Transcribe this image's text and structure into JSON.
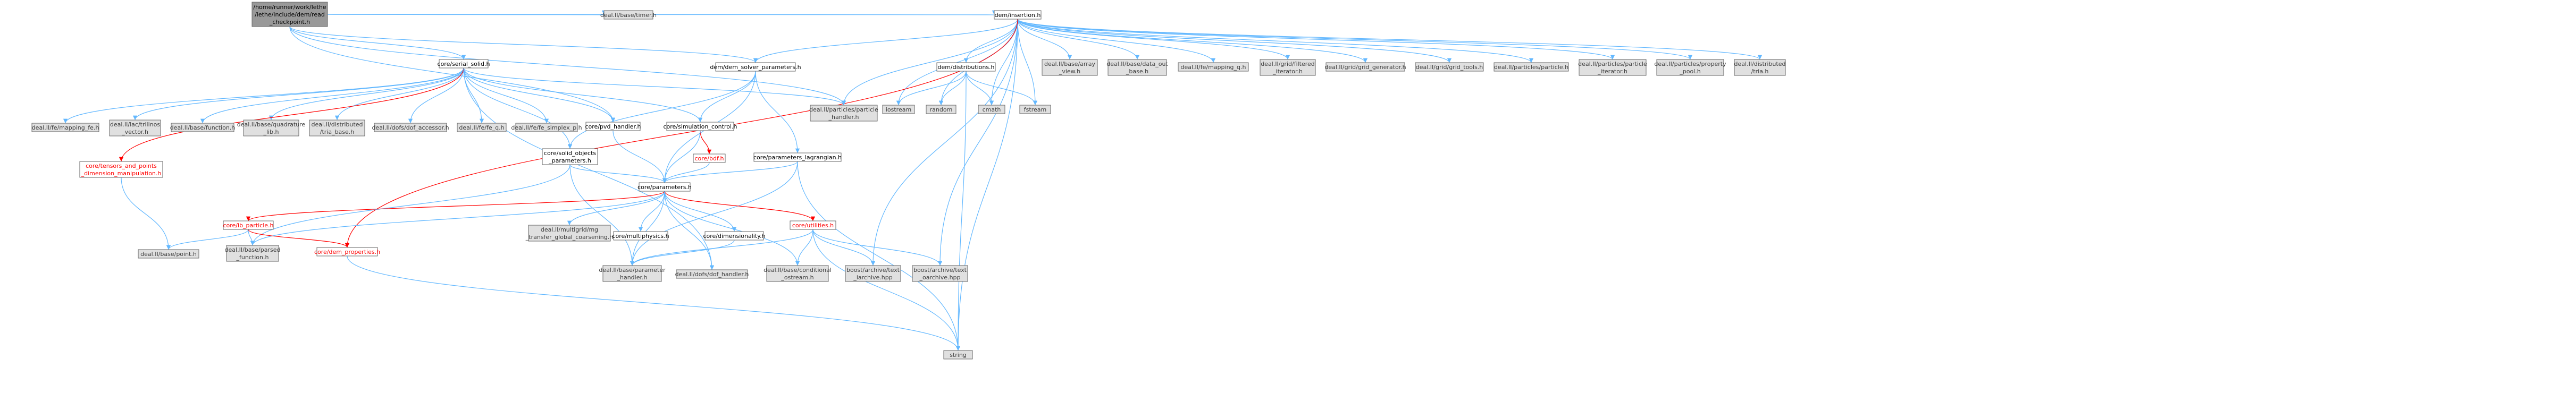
{
  "colors": {
    "root_fill": "#999999",
    "project_fill": "#ffffff",
    "external_fill": "#e0e0e0",
    "project_text": "#000000",
    "project_missing_text": "#ff0000",
    "external_text": "#3d3d3d",
    "edge_blue": "#63b8ff",
    "edge_red": "#ff0000",
    "edge_gray": "#aaaaaa"
  },
  "nodes": [
    {
      "id": "root",
      "lines": [
        "/home/runner/work/lethe",
        "/lethe/include/dem/read",
        "_checkpoint.h"
      ],
      "kind": "root"
    },
    {
      "id": "timer",
      "lines": [
        "deal.II/base/timer.h"
      ],
      "kind": "external"
    },
    {
      "id": "insertion",
      "lines": [
        "dem/insertion.h"
      ],
      "kind": "project"
    },
    {
      "id": "serial_solid",
      "lines": [
        "core/serial_solid.h"
      ],
      "kind": "project"
    },
    {
      "id": "dem_solver_params",
      "lines": [
        "dem/dem_solver_parameters.h"
      ],
      "kind": "project"
    },
    {
      "id": "pvd_handler",
      "lines": [
        "core/pvd_handler.h"
      ],
      "kind": "project"
    },
    {
      "id": "distributions",
      "lines": [
        "dem/distributions.h"
      ],
      "kind": "project"
    },
    {
      "id": "particle_handler",
      "lines": [
        "deal.II/particles/particle",
        "_handler.h"
      ],
      "kind": "external"
    },
    {
      "id": "simulation_control",
      "lines": [
        "core/simulation_control.h"
      ],
      "kind": "project"
    },
    {
      "id": "solid_objects_params",
      "lines": [
        "core/solid_objects",
        "_parameters.h"
      ],
      "kind": "project"
    },
    {
      "id": "params_lagrangian",
      "lines": [
        "core/parameters_lagrangian.h"
      ],
      "kind": "project"
    },
    {
      "id": "bdf",
      "lines": [
        "core/bdf.h"
      ],
      "kind": "missing"
    },
    {
      "id": "parameters",
      "lines": [
        "core/parameters.h"
      ],
      "kind": "project"
    },
    {
      "id": "tensors_points",
      "lines": [
        "core/tensors_and_points",
        "_dimension_manipulation.h"
      ],
      "kind": "missing"
    },
    {
      "id": "ib_particle",
      "lines": [
        "core/ib_particle.h"
      ],
      "kind": "missing"
    },
    {
      "id": "dem_properties",
      "lines": [
        "core/dem_properties.h"
      ],
      "kind": "missing"
    },
    {
      "id": "utilities",
      "lines": [
        "core/utilities.h"
      ],
      "kind": "missing"
    },
    {
      "id": "multiphysics",
      "lines": [
        "core/multiphysics.h"
      ],
      "kind": "project"
    },
    {
      "id": "dimensionality",
      "lines": [
        "core/dimensionality.h"
      ],
      "kind": "project"
    },
    {
      "id": "mg_transfer",
      "lines": [
        "deal.II/multigrid/mg",
        "_transfer_global_coarsening.h"
      ],
      "kind": "external"
    },
    {
      "id": "fe_mapping_fe",
      "lines": [
        "deal.II/fe/mapping_fe.h"
      ],
      "kind": "external"
    },
    {
      "id": "trilinos_vector",
      "lines": [
        "deal.II/lac/trilinos",
        "_vector.h"
      ],
      "kind": "external"
    },
    {
      "id": "base_function",
      "lines": [
        "deal.II/base/function.h"
      ],
      "kind": "external"
    },
    {
      "id": "base_quadrature",
      "lines": [
        "deal.II/base/quadrature",
        "_lib.h"
      ],
      "kind": "external"
    },
    {
      "id": "dist_tria_base",
      "lines": [
        "deal.II/distributed",
        "/tria_base.h"
      ],
      "kind": "external"
    },
    {
      "id": "dof_accessor",
      "lines": [
        "deal.II/dofs/dof_accessor.h"
      ],
      "kind": "external"
    },
    {
      "id": "fe_q",
      "lines": [
        "deal.II/fe/fe_q.h"
      ],
      "kind": "external"
    },
    {
      "id": "fe_simplex_p",
      "lines": [
        "deal.II/fe/fe_simplex_p.h"
      ],
      "kind": "external"
    },
    {
      "id": "base_point",
      "lines": [
        "deal.II/base/point.h"
      ],
      "kind": "external"
    },
    {
      "id": "parsed_function",
      "lines": [
        "deal.II/base/parsed",
        "_function.h"
      ],
      "kind": "external"
    },
    {
      "id": "param_handler",
      "lines": [
        "deal.II/base/parameter",
        "_handler.h"
      ],
      "kind": "external"
    },
    {
      "id": "dof_handler",
      "lines": [
        "deal.II/dofs/dof_handler.h"
      ],
      "kind": "external"
    },
    {
      "id": "cond_ostream",
      "lines": [
        "deal.II/base/conditional",
        "_ostream.h"
      ],
      "kind": "external"
    },
    {
      "id": "boost_iarchive",
      "lines": [
        "boost/archive/text",
        "_iarchive.hpp"
      ],
      "kind": "external"
    },
    {
      "id": "boost_oarchive",
      "lines": [
        "boost/archive/text",
        "_oarchive.hpp"
      ],
      "kind": "external"
    },
    {
      "id": "string",
      "lines": [
        "string"
      ],
      "kind": "external"
    },
    {
      "id": "iostream",
      "lines": [
        "iostream"
      ],
      "kind": "external"
    },
    {
      "id": "random",
      "lines": [
        "random"
      ],
      "kind": "external"
    },
    {
      "id": "cmath",
      "lines": [
        "cmath"
      ],
      "kind": "external"
    },
    {
      "id": "fstream",
      "lines": [
        "fstream"
      ],
      "kind": "external"
    },
    {
      "id": "array_view",
      "lines": [
        "deal.II/base/array",
        "_view.h"
      ],
      "kind": "external"
    },
    {
      "id": "data_out_base",
      "lines": [
        "deal.II/base/data_out",
        "_base.h"
      ],
      "kind": "external"
    },
    {
      "id": "mapping_q",
      "lines": [
        "deal.II/fe/mapping_q.h"
      ],
      "kind": "external"
    },
    {
      "id": "filtered_iterator",
      "lines": [
        "deal.II/grid/filtered",
        "_iterator.h"
      ],
      "kind": "external"
    },
    {
      "id": "grid_generator",
      "lines": [
        "deal.II/grid/grid_generator.h"
      ],
      "kind": "external"
    },
    {
      "id": "grid_tools",
      "lines": [
        "deal.II/grid/grid_tools.h"
      ],
      "kind": "external"
    },
    {
      "id": "particle",
      "lines": [
        "deal.II/particles/particle.h"
      ],
      "kind": "external"
    },
    {
      "id": "particle_iterator",
      "lines": [
        "deal.II/particles/particle",
        "_iterator.h"
      ],
      "kind": "external"
    },
    {
      "id": "property_pool",
      "lines": [
        "deal.II/particles/property",
        "_pool.h"
      ],
      "kind": "external"
    },
    {
      "id": "dist_tria",
      "lines": [
        "deal.II/distributed",
        "/tria.h"
      ],
      "kind": "external"
    }
  ],
  "edges": [
    [
      "root",
      "timer"
    ],
    [
      "root",
      "insertion"
    ],
    [
      "root",
      "serial_solid"
    ],
    [
      "root",
      "dem_solver_params"
    ],
    [
      "root",
      "pvd_handler"
    ],
    [
      "root",
      "particle_handler"
    ],
    [
      "insertion",
      "dem_solver_params"
    ],
    [
      "insertion",
      "distributions"
    ],
    [
      "insertion",
      "particle_handler"
    ],
    [
      "insertion",
      "iostream"
    ],
    [
      "insertion",
      "random"
    ],
    [
      "insertion",
      "cmath"
    ],
    [
      "insertion",
      "fstream"
    ],
    [
      "insertion",
      "string"
    ],
    [
      "insertion",
      "boost_iarchive"
    ],
    [
      "insertion",
      "boost_oarchive"
    ],
    [
      "insertion",
      "array_view"
    ],
    [
      "insertion",
      "data_out_base"
    ],
    [
      "insertion",
      "mapping_q"
    ],
    [
      "insertion",
      "filtered_iterator"
    ],
    [
      "insertion",
      "grid_generator"
    ],
    [
      "insertion",
      "grid_tools"
    ],
    [
      "insertion",
      "particle"
    ],
    [
      "insertion",
      "particle_iterator"
    ],
    [
      "insertion",
      "property_pool"
    ],
    [
      "insertion",
      "dist_tria"
    ],
    [
      "insertion",
      "dem_properties"
    ],
    [
      "distributions",
      "iostream"
    ],
    [
      "distributions",
      "random"
    ],
    [
      "distributions",
      "cmath"
    ],
    [
      "distributions",
      "fstream"
    ],
    [
      "distributions",
      "string"
    ],
    [
      "dem_solver_params",
      "simulation_control"
    ],
    [
      "dem_solver_params",
      "params_lagrangian"
    ],
    [
      "dem_solver_params",
      "parameters"
    ],
    [
      "dem_solver_params",
      "solid_objects_params"
    ],
    [
      "serial_solid",
      "fe_mapping_fe"
    ],
    [
      "serial_solid",
      "trilinos_vector"
    ],
    [
      "serial_solid",
      "base_function"
    ],
    [
      "serial_solid",
      "base_quadrature"
    ],
    [
      "serial_solid",
      "dist_tria_base"
    ],
    [
      "serial_solid",
      "dof_accessor"
    ],
    [
      "serial_solid",
      "fe_q"
    ],
    [
      "serial_solid",
      "fe_simplex_p"
    ],
    [
      "serial_solid",
      "pvd_handler"
    ],
    [
      "serial_solid",
      "simulation_control"
    ],
    [
      "serial_solid",
      "solid_objects_params"
    ],
    [
      "serial_solid",
      "tensors_points"
    ],
    [
      "serial_solid",
      "particle_handler"
    ],
    [
      "serial_solid",
      "dof_handler"
    ],
    [
      "pvd_handler",
      "parameters"
    ],
    [
      "simulation_control",
      "bdf"
    ],
    [
      "simulation_control",
      "parameters"
    ],
    [
      "bdf",
      "parameters"
    ],
    [
      "solid_objects_params",
      "parameters"
    ],
    [
      "solid_objects_params",
      "parsed_function"
    ],
    [
      "solid_objects_params",
      "param_handler"
    ],
    [
      "params_lagrangian",
      "parameters"
    ],
    [
      "params_lagrangian",
      "param_handler"
    ],
    [
      "params_lagrangian",
      "string"
    ],
    [
      "parameters",
      "ib_particle"
    ],
    [
      "parameters",
      "mg_transfer"
    ],
    [
      "parameters",
      "multiphysics"
    ],
    [
      "parameters",
      "dimensionality"
    ],
    [
      "parameters",
      "utilities"
    ],
    [
      "parameters",
      "parsed_function"
    ],
    [
      "parameters",
      "param_handler"
    ],
    [
      "parameters",
      "dof_handler"
    ],
    [
      "parameters",
      "cond_ostream"
    ],
    [
      "tensors_points",
      "base_point"
    ],
    [
      "ib_particle",
      "base_point"
    ],
    [
      "ib_particle",
      "parsed_function"
    ],
    [
      "ib_particle",
      "dem_properties"
    ],
    [
      "dem_properties",
      "string"
    ],
    [
      "dimensionality",
      "param_handler"
    ],
    [
      "utilities",
      "param_handler"
    ],
    [
      "utilities",
      "cond_ostream"
    ],
    [
      "utilities",
      "boost_iarchive"
    ],
    [
      "utilities",
      "boost_oarchive"
    ],
    [
      "utilities",
      "string"
    ]
  ]
}
